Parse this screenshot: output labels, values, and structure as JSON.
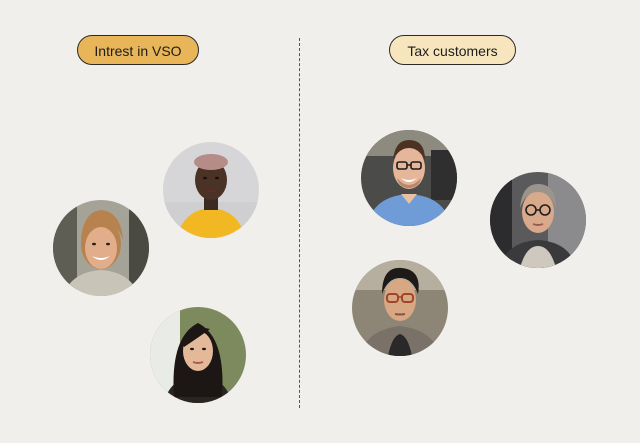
{
  "groups": {
    "left": {
      "label": "Intrest in VSO",
      "color": "#e8b559"
    },
    "right": {
      "label": "Tax customers",
      "color": "#f7e6bd"
    }
  },
  "avatars": [
    {
      "group": "left",
      "name": "woman-yellow-top"
    },
    {
      "group": "left",
      "name": "man-long-hair-smiling"
    },
    {
      "group": "left",
      "name": "woman-dark-hair"
    },
    {
      "group": "right",
      "name": "man-glasses-blue-shirt"
    },
    {
      "group": "right",
      "name": "woman-glasses-gray-hair"
    },
    {
      "group": "right",
      "name": "man-glasses-dark-hair"
    }
  ]
}
